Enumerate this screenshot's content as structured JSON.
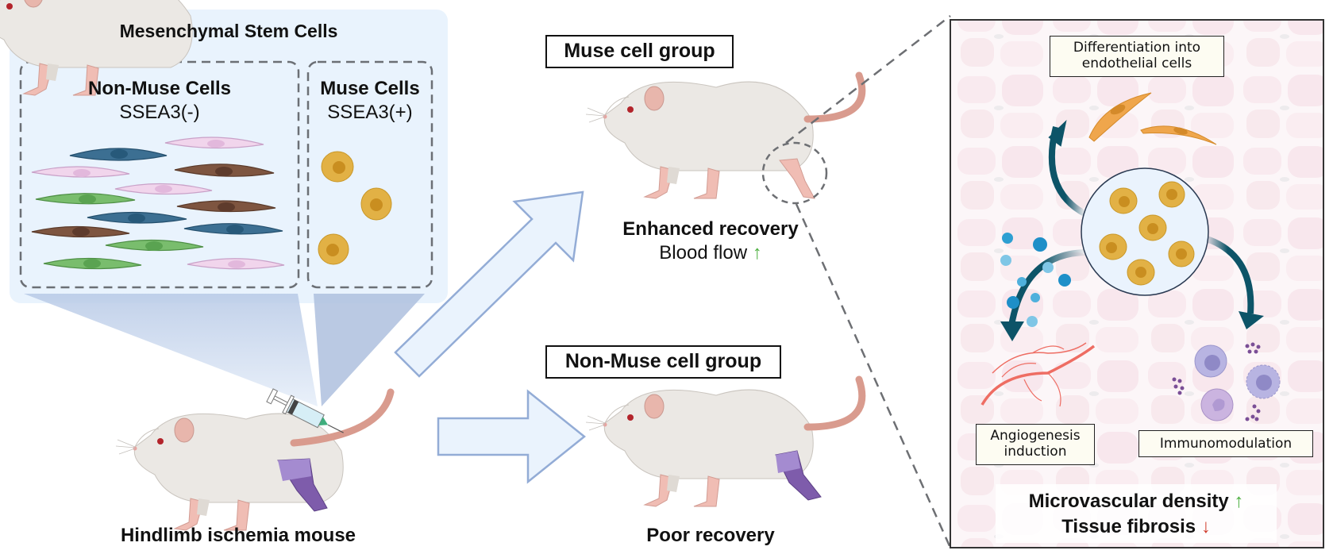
{
  "msc_panel": {
    "title": "Mesenchymal Stem Cells",
    "non_muse": {
      "title": "Non-Muse Cells",
      "marker": "SSEA3(-)"
    },
    "muse": {
      "title": "Muse Cells",
      "marker": "SSEA3(+)"
    }
  },
  "injection": {
    "caption": "Hindlimb ischemia mouse",
    "icon": "syringe-icon"
  },
  "groups": {
    "muse": {
      "label": "Muse cell group",
      "outcome": "Enhanced recovery",
      "detail": "Blood flow",
      "detail_arrow": "↑"
    },
    "non_muse": {
      "label": "Non-Muse cell group",
      "outcome": "Poor recovery"
    }
  },
  "mechanism_panel": {
    "differentiation": "Differentiation into endothelial cells",
    "angiogenesis": "Angiogenesis induction",
    "immunomodulation": "Immunomodulation",
    "result_1": "Microvascular density",
    "result_1_arrow": "↑",
    "result_2": "Tissue fibrosis",
    "result_2_arrow": "↓"
  },
  "colors": {
    "panel_bg": "#e9f3fd",
    "arrow_fill": "#eaf3fd",
    "arrow_stroke": "#93acd6",
    "muse_cell": "#e2b145",
    "teal_arrow": "#0d5468",
    "up_green": "#4caf3f",
    "down_red": "#d03a2a",
    "ischemic_limb": "#7e5cab"
  }
}
